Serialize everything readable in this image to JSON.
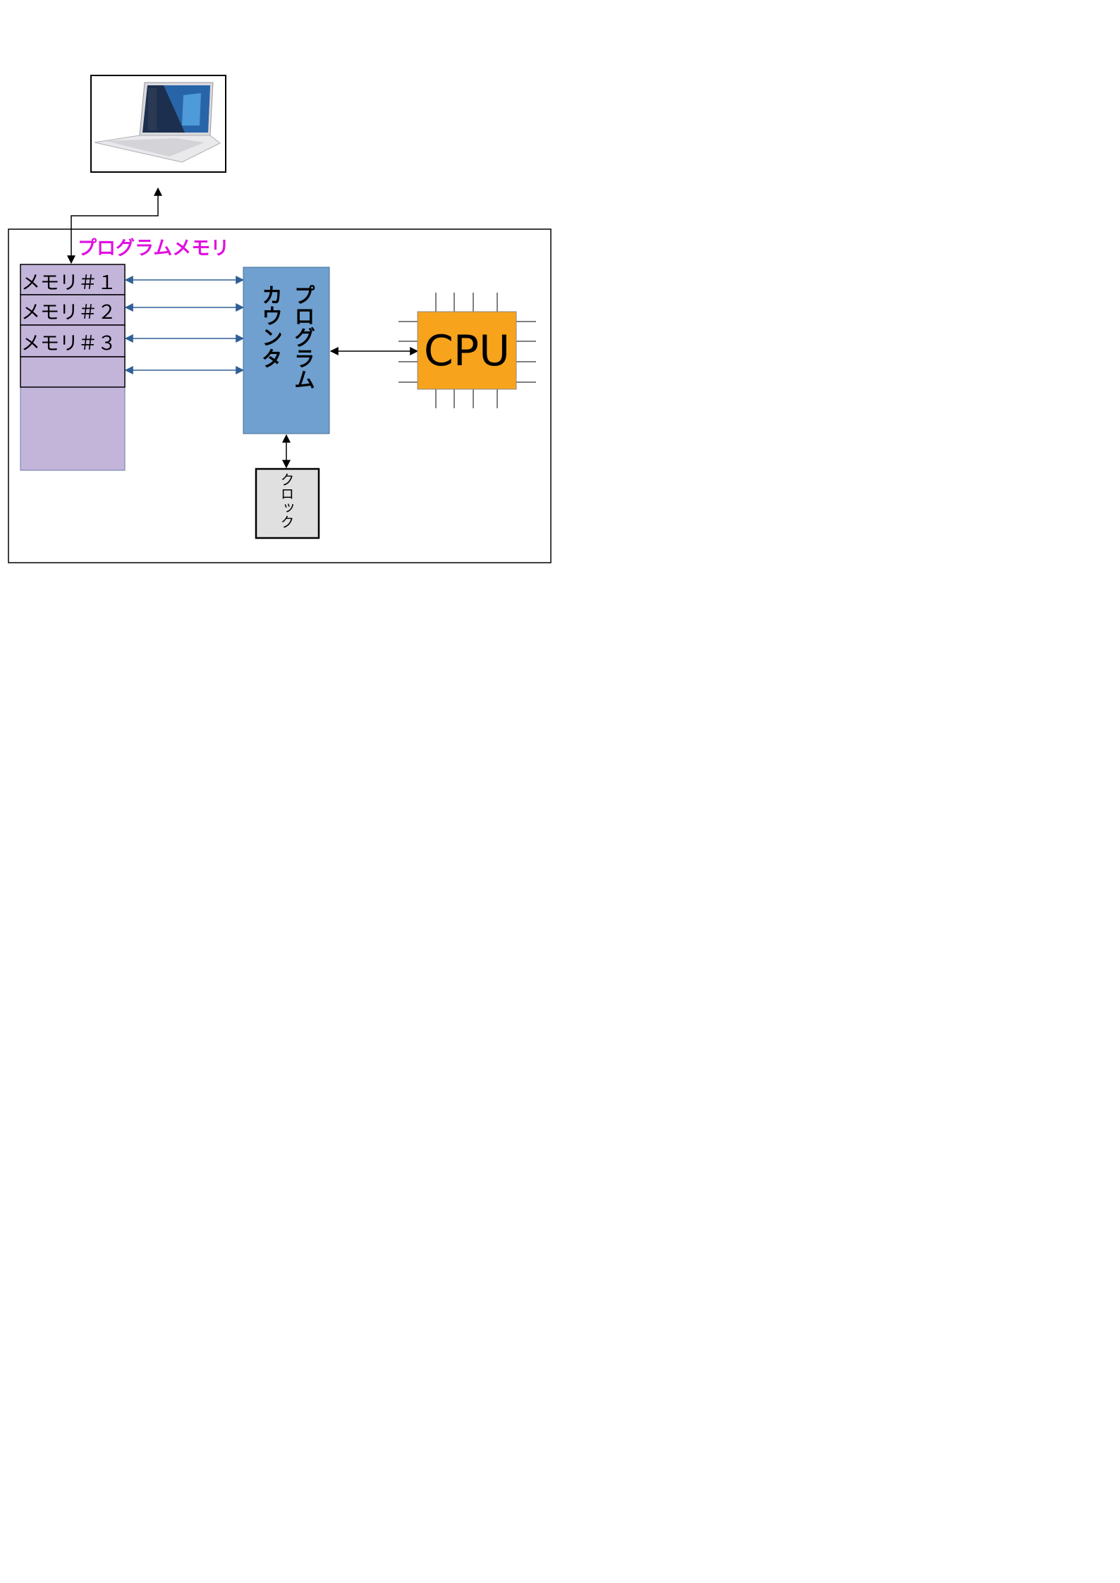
{
  "diagram": {
    "program_memory_label": "プログラムメモリ",
    "memory_cells": [
      {
        "label": "メモリ＃１"
      },
      {
        "label": "メモリ＃２"
      },
      {
        "label": "メモリ＃３"
      },
      {
        "label": ""
      }
    ],
    "program_counter": {
      "line1": "プログラム",
      "line2": "カウンタ"
    },
    "cpu_label": "CPU",
    "clock_label": "クロック",
    "laptop_icon": "laptop-icon",
    "colors": {
      "memory_fill": "#c3b4da",
      "counter_fill": "#6fa0cf",
      "cpu_fill": "#f7a31c",
      "clock_fill": "#e0e0e0",
      "label_magenta": "#e010e0",
      "arrow_blue": "#2f5f96"
    }
  }
}
